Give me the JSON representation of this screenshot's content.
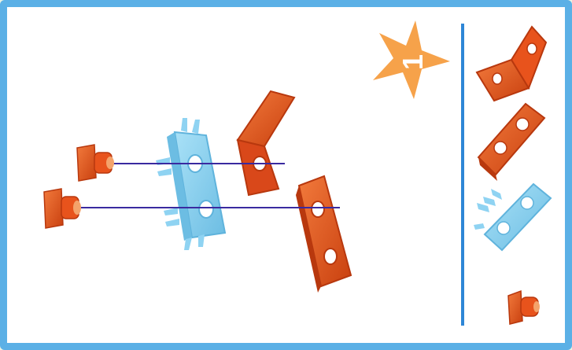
{
  "step": {
    "number": "1",
    "star_color": "#f6a24a"
  },
  "colors": {
    "frame_border": "#5bb0e6",
    "divider": "#2e86d6",
    "orange_part": "#e8531c",
    "orange_shade": "#b8380e",
    "blue_part": "#8fd3f2",
    "blue_shade": "#5fb3dc",
    "guide_line": "#3a2aa0"
  },
  "assembly": {
    "parts": [
      {
        "name": "peg",
        "color": "orange"
      },
      {
        "name": "peg",
        "color": "orange"
      },
      {
        "name": "double-hole-clip-plate",
        "color": "blue"
      },
      {
        "name": "bent-connector-plate",
        "color": "orange"
      },
      {
        "name": "double-hole-plate",
        "color": "orange"
      }
    ]
  },
  "parts_list": {
    "items": [
      {
        "name": "bent-connector-plate",
        "color": "orange"
      },
      {
        "name": "double-hole-plate",
        "color": "orange"
      },
      {
        "name": "double-hole-clip-plate",
        "color": "blue"
      },
      {
        "name": "peg",
        "color": "orange"
      }
    ]
  }
}
